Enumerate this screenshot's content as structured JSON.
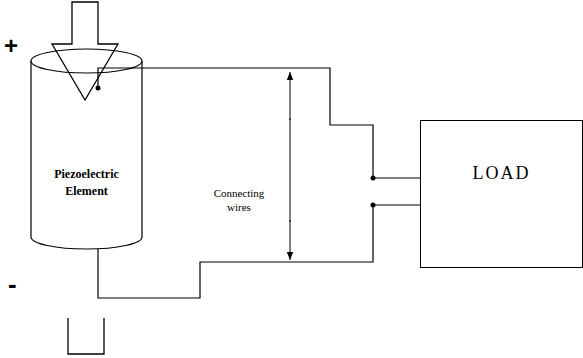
{
  "diagram": {
    "nodes": [
      {
        "text": [
          "Piezoelectric Element"
        ]
      },
      {
        "text": [
          "LOAD"
        ]
      }
    ],
    "edges": [
      {
        "from": 0,
        "to": 1,
        "arrow": "none"
      },
      {
        "from": 0,
        "to": 1,
        "arrow": "none"
      }
    ],
    "labels": [
      "+",
      "-",
      "Connecting wires"
    ]
  }
}
